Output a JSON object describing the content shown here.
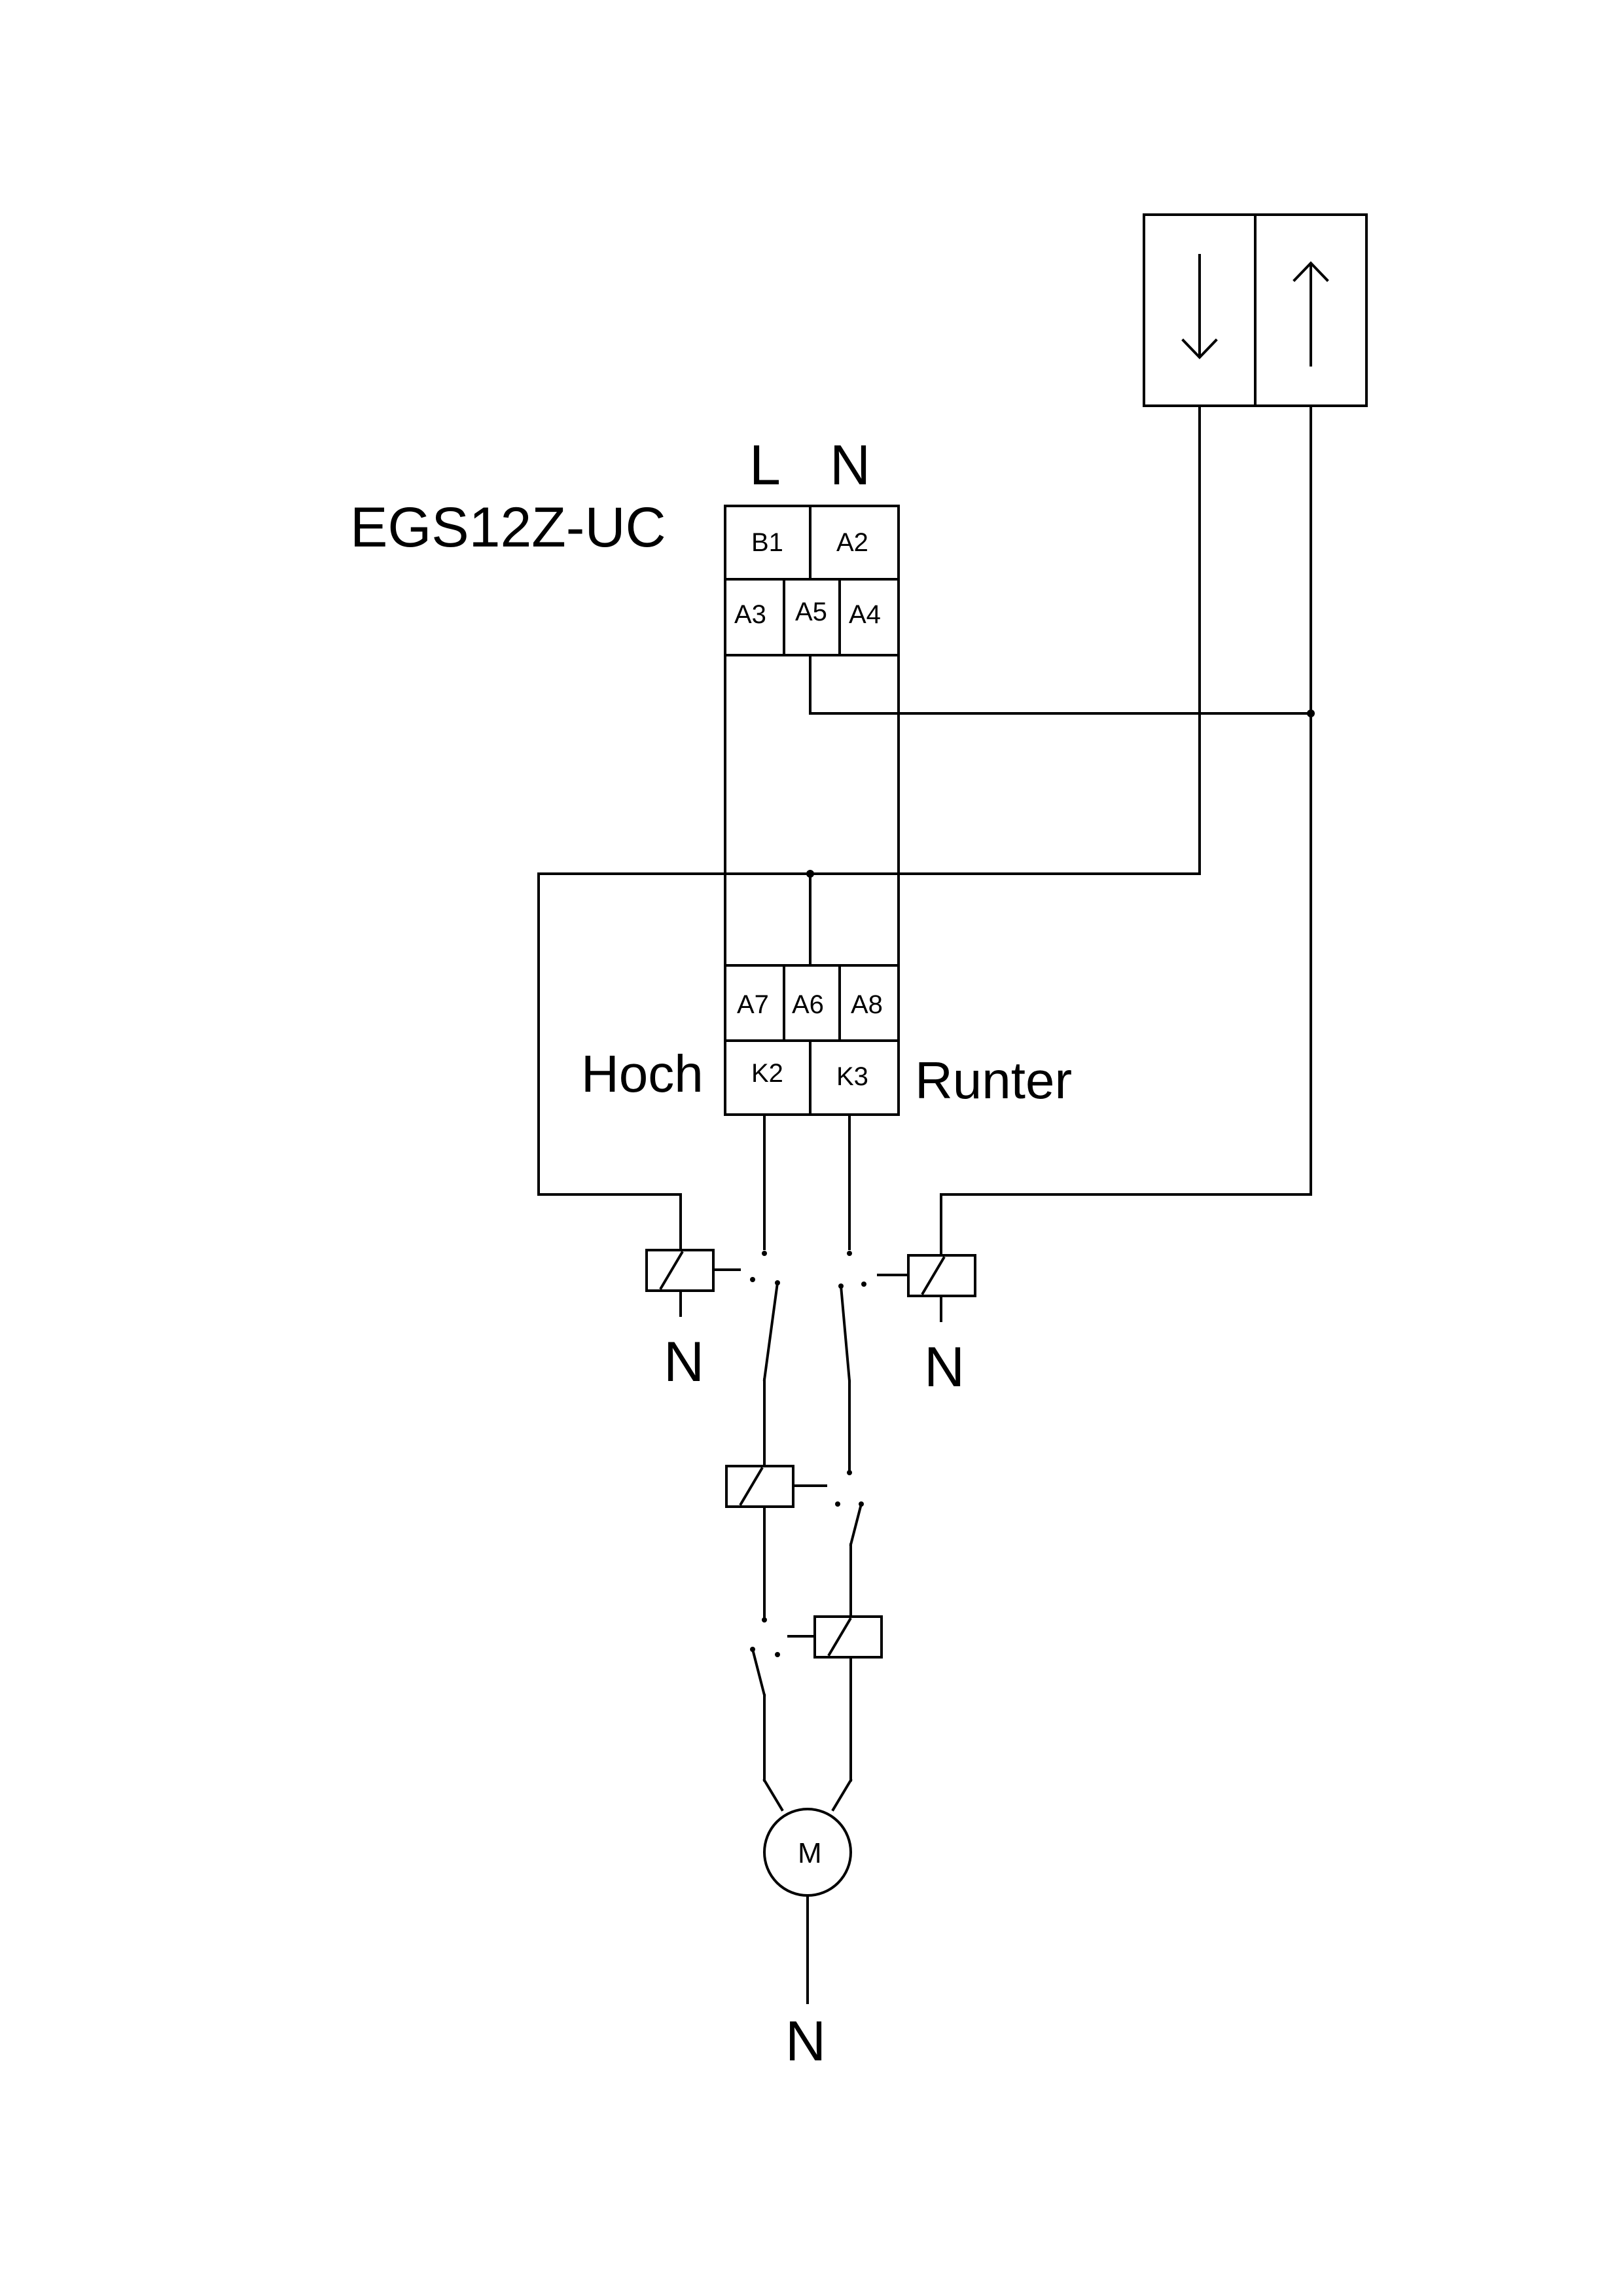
{
  "device": {
    "model": "EGS12Z-UC",
    "supply_labels": {
      "line": "L",
      "neutral": "N"
    },
    "terminals_top_row1": [
      "B1",
      "A2"
    ],
    "terminals_top_row2": [
      "A3",
      "A5",
      "A4"
    ],
    "terminals_bottom_row1": [
      "A7",
      "A6",
      "A8"
    ],
    "terminals_bottom_row2": [
      "K2",
      "K3"
    ],
    "output_labels": {
      "up": "Hoch",
      "down": "Runter"
    }
  },
  "pushbutton": {
    "left_symbol": "arrow-down-icon",
    "right_symbol": "arrow-up-icon"
  },
  "neutral_labels": {
    "relay_left": "N",
    "relay_right": "N",
    "motor": "N"
  },
  "motor": {
    "label": "M"
  },
  "colors": {
    "line": "#000000",
    "background": "#ffffff"
  }
}
